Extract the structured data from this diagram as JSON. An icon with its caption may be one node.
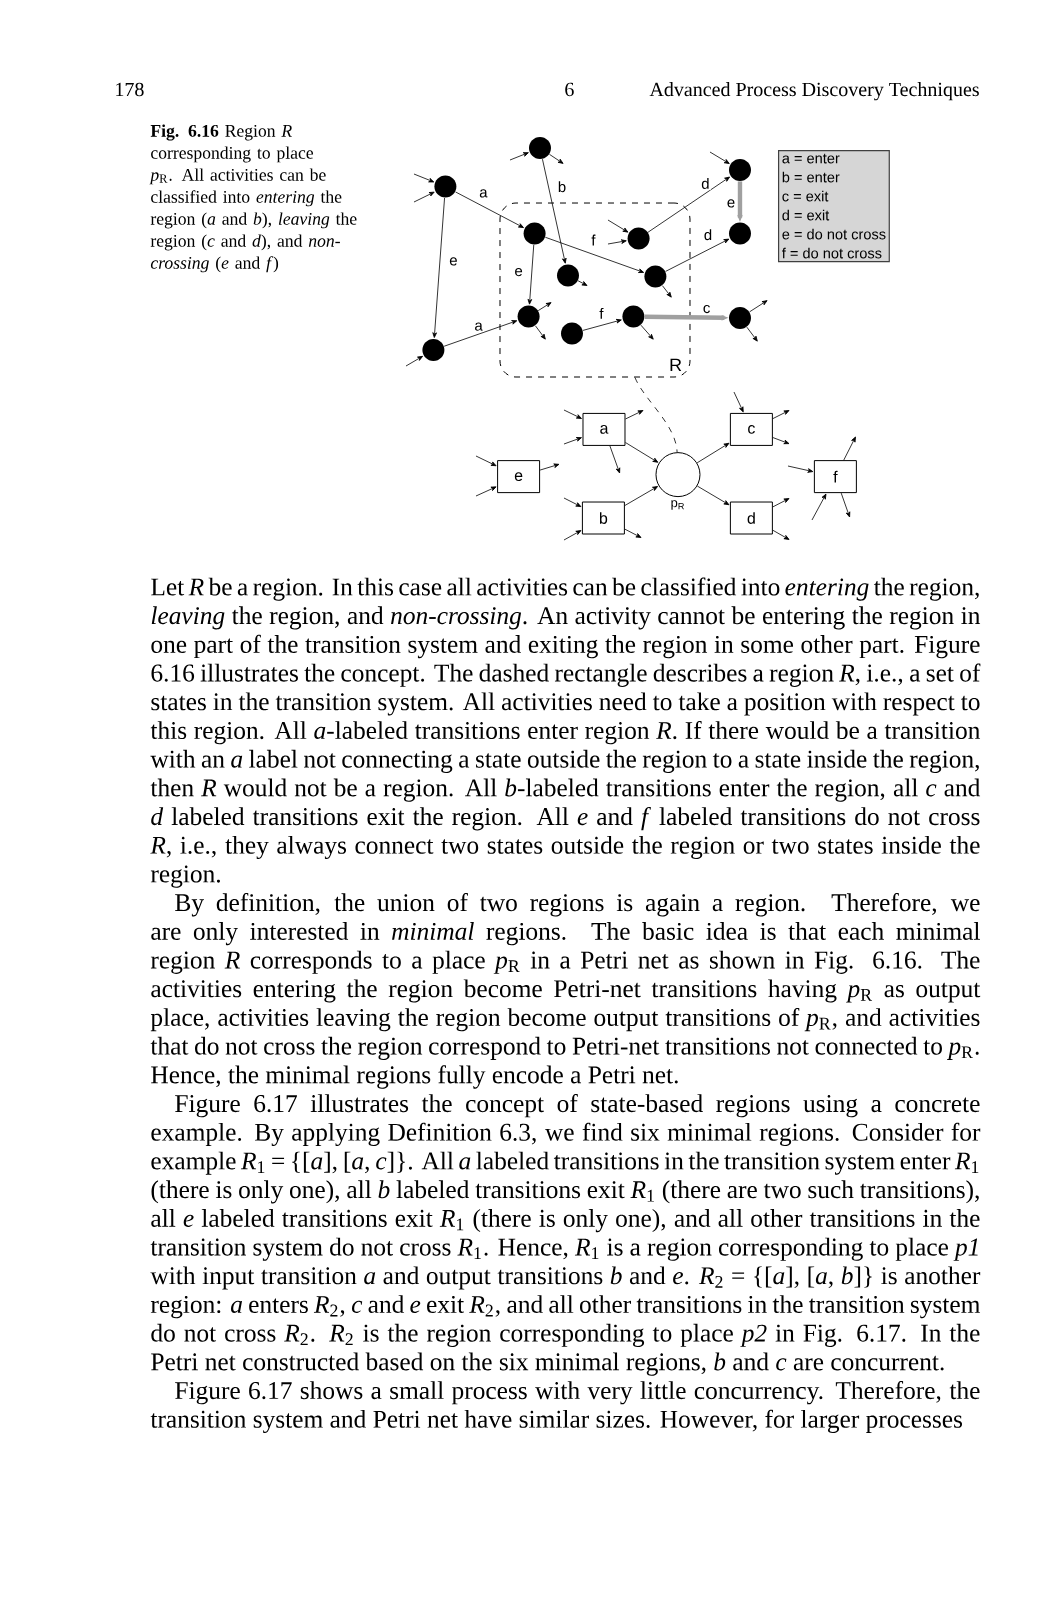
{
  "diagram": {
    "caption": "**Fig. 6.16** Region *R* corresponding to place *p*$_{R}$. All activities can be classified into *entering* the region (*a* and *b*), *leaving* the region (*c* and *d*), and *non-crossing* (*e* and *f*)",
    "nodes": [
      {
        "text": [],
        "shape": "circle"
      },
      {
        "text": [],
        "shape": "circle"
      },
      {
        "text": [
          "R"
        ]
      },
      {
        "text": [],
        "shape": "circle",
        "in": 2
      },
      {
        "text": [],
        "shape": "circle",
        "in": 2
      },
      {
        "text": [],
        "shape": "circle",
        "in": 2
      },
      {
        "text": [],
        "shape": "circle",
        "in": 2
      },
      {
        "text": [],
        "shape": "circle",
        "in": 2
      },
      {
        "text": [],
        "shape": "circle",
        "in": 2
      },
      {
        "text": [],
        "shape": "circle",
        "in": 2
      },
      {
        "text": [],
        "shape": "circle"
      },
      {
        "text": [],
        "shape": "circle"
      },
      {
        "text": [],
        "shape": "circle"
      },
      {
        "text": [],
        "shape": "circle"
      },
      {
        "text": [
          "a = enter",
          "b = enter",
          "c = exit",
          "d = exit",
          "e = do not cross",
          "f = do not cross"
        ]
      },
      {
        "text": [
          "a"
        ]
      },
      {
        "text": [
          "c"
        ]
      },
      {
        "text": [
          "e"
        ]
      },
      {
        "text": [],
        "shape": "circle",
        "beside": [
          "p$_{R}$"
        ]
      },
      {
        "text": [
          "f"
        ]
      },
      {
        "text": [
          "b"
        ]
      },
      {
        "text": [
          "d"
        ]
      }
    ],
    "edges": [
      {
        "from": 1,
        "to": 3,
        "arrow": "to",
        "label": "a"
      },
      {
        "from": 1,
        "to": 13,
        "arrow": "to",
        "label": "e"
      },
      {
        "from": 0,
        "to": 4,
        "arrow": "to",
        "label": "b"
      },
      {
        "from": 3,
        "to": 6,
        "arrow": "to",
        "label": "f"
      },
      {
        "from": 3,
        "to": 7,
        "arrow": "to",
        "label": "e"
      },
      {
        "from": 13,
        "to": 7,
        "arrow": "to",
        "label": "a"
      },
      {
        "from": 8,
        "to": 9,
        "arrow": "to",
        "label": "f"
      },
      {
        "from": 9,
        "to": 12,
        "arrow": "to",
        "label": "c",
        "style": "thick",
        "color": "#a0a0a0"
      },
      {
        "from": 5,
        "to": 10,
        "arrow": "to",
        "label": "d"
      },
      {
        "from": 6,
        "to": 11,
        "arrow": "to",
        "label": "d"
      },
      {
        "from": 10,
        "to": 11,
        "arrow": "to",
        "label": "e",
        "style": "thick",
        "color": "#a0a0a0"
      },
      {
        "from": 2,
        "to": 18,
        "arrow": "none",
        "style": "dashed"
      },
      {
        "from": 15,
        "to": 18,
        "arrow": "to"
      },
      {
        "from": 20,
        "to": 18,
        "arrow": "to"
      },
      {
        "from": 18,
        "to": 16,
        "arrow": "to"
      },
      {
        "from": 18,
        "to": 21,
        "arrow": "to"
      },
      {
        "from": null,
        "to": 1,
        "arrow": "to"
      },
      {
        "from": null,
        "to": 1,
        "arrow": "to"
      },
      {
        "from": null,
        "to": 0,
        "arrow": "to"
      },
      {
        "from": 0,
        "to": null,
        "arrow": "to"
      },
      {
        "from": 4,
        "to": null,
        "arrow": "to"
      },
      {
        "from": 7,
        "to": null,
        "arrow": "to"
      },
      {
        "from": 7,
        "to": null,
        "arrow": "to"
      },
      {
        "from": null,
        "to": 13,
        "arrow": "to"
      },
      {
        "from": 9,
        "to": null,
        "arrow": "to"
      },
      {
        "from": null,
        "to": 5,
        "arrow": "to"
      },
      {
        "from": null,
        "to": 5,
        "arrow": "to"
      },
      {
        "from": 6,
        "to": null,
        "arrow": "to"
      },
      {
        "from": null,
        "to": 10,
        "arrow": "to"
      },
      {
        "from": 12,
        "to": null,
        "arrow": "to"
      },
      {
        "from": 12,
        "to": null,
        "arrow": "to"
      },
      {
        "from": null,
        "to": 15,
        "arrow": "to"
      },
      {
        "from": null,
        "to": 15,
        "arrow": "to"
      },
      {
        "from": 15,
        "to": null,
        "arrow": "to"
      },
      {
        "from": 15,
        "to": null,
        "arrow": "to"
      },
      {
        "from": null,
        "to": 16,
        "arrow": "to"
      },
      {
        "from": 16,
        "to": null,
        "arrow": "to"
      },
      {
        "from": 16,
        "to": null,
        "arrow": "to"
      },
      {
        "from": null,
        "to": 17,
        "arrow": "to"
      },
      {
        "from": null,
        "to": 17,
        "arrow": "to"
      },
      {
        "from": 17,
        "to": null,
        "arrow": "to"
      },
      {
        "from": null,
        "to": 19,
        "arrow": "to"
      },
      {
        "from": null,
        "to": 19,
        "arrow": "to"
      },
      {
        "from": 19,
        "to": null,
        "arrow": "to"
      },
      {
        "from": 19,
        "to": null,
        "arrow": "to"
      },
      {
        "from": null,
        "to": 20,
        "arrow": "to"
      },
      {
        "from": null,
        "to": 20,
        "arrow": "to"
      },
      {
        "from": 20,
        "to": null,
        "arrow": "to"
      },
      {
        "from": 21,
        "to": null,
        "arrow": "to"
      },
      {
        "from": 21,
        "to": null,
        "arrow": "to"
      }
    ],
    "labels": [
      "178",
      "6",
      "Advanced Process Discovery Techniques",
      "Let *R* be a region. In this case all activities can be classified into *entering* the region, *leaving* the region, and *non-crossing*. An activity cannot be entering the region in one part of the transition system and exiting the region in some other part. Figure 6.16 illustrates the concept. The dashed rectangle describes a region *R*, i.e., a set of states in the transition system. All activities need to take a position with respect to this region. All *a*-labeled transitions enter region *R*. If there would be a transition with an *a* label not connecting a state outside the region to a state inside the region, then *R* would not be a region. All *b*-labeled transitions enter the region, all *c* and *d* labeled transitions exit the region. All *e* and *f* labeled transitions do not cross *R*, i.e., they always connect two states outside the region or two states inside the region.",
      "By definition, the union of two regions is again a region. Therefore, we are only interested in *minimal* regions. The basic idea is that each minimal region *R* corresponds to a place *p*$_{R}$ in a Petri net as shown in Fig. 6.16. The activities entering the region become Petri-net transitions having *p*$_{R}$ as output place, activities leaving the region become output transitions of *p*$_{R}$, and activities that do not cross the region correspond to Petri-net transitions not connected to *p*$_{R}$. Hence, the minimal regions fully encode a Petri net.",
      "Figure 6.17 illustrates the concept of state-based regions using a concrete example. By applying Definition 6.3, we find six minimal regions. Consider for example *R*$_{1}$ = {[*a*], [*a*, *c*]}. All *a* labeled transitions in the transition system enter *R*$_{1}$ (there is only one), all *b* labeled transitions exit *R*$_{1}$ (there are two such transitions), all *e* labeled transitions exit *R*$_{1}$ (there is only one), and all other transitions in the transition system do not cross *R*$_{1}$. Hence, *R*$_{1}$ is a region corresponding to place *p1* with input transition *a* and output transitions *b* and *e*. *R*$_{2}$ = {[*a*], [*a*, *b*]} is another region: *a* enters *R*$_{2}$, *c* and *e* exit *R*$_{2}$, and all other transitions in the transition system do not cross *R*$_{2}$. *R*$_{2}$ is the region corresponding to place *p2* in Fig. 6.17. In the Petri net constructed based on the six minimal regions, *b* and *c* are concurrent.",
      "Figure 6.17 shows a small process with very little concurrency. Therefore, the transition system and Petri net have similar sizes. However, for larger processes"
    ]
  }
}
